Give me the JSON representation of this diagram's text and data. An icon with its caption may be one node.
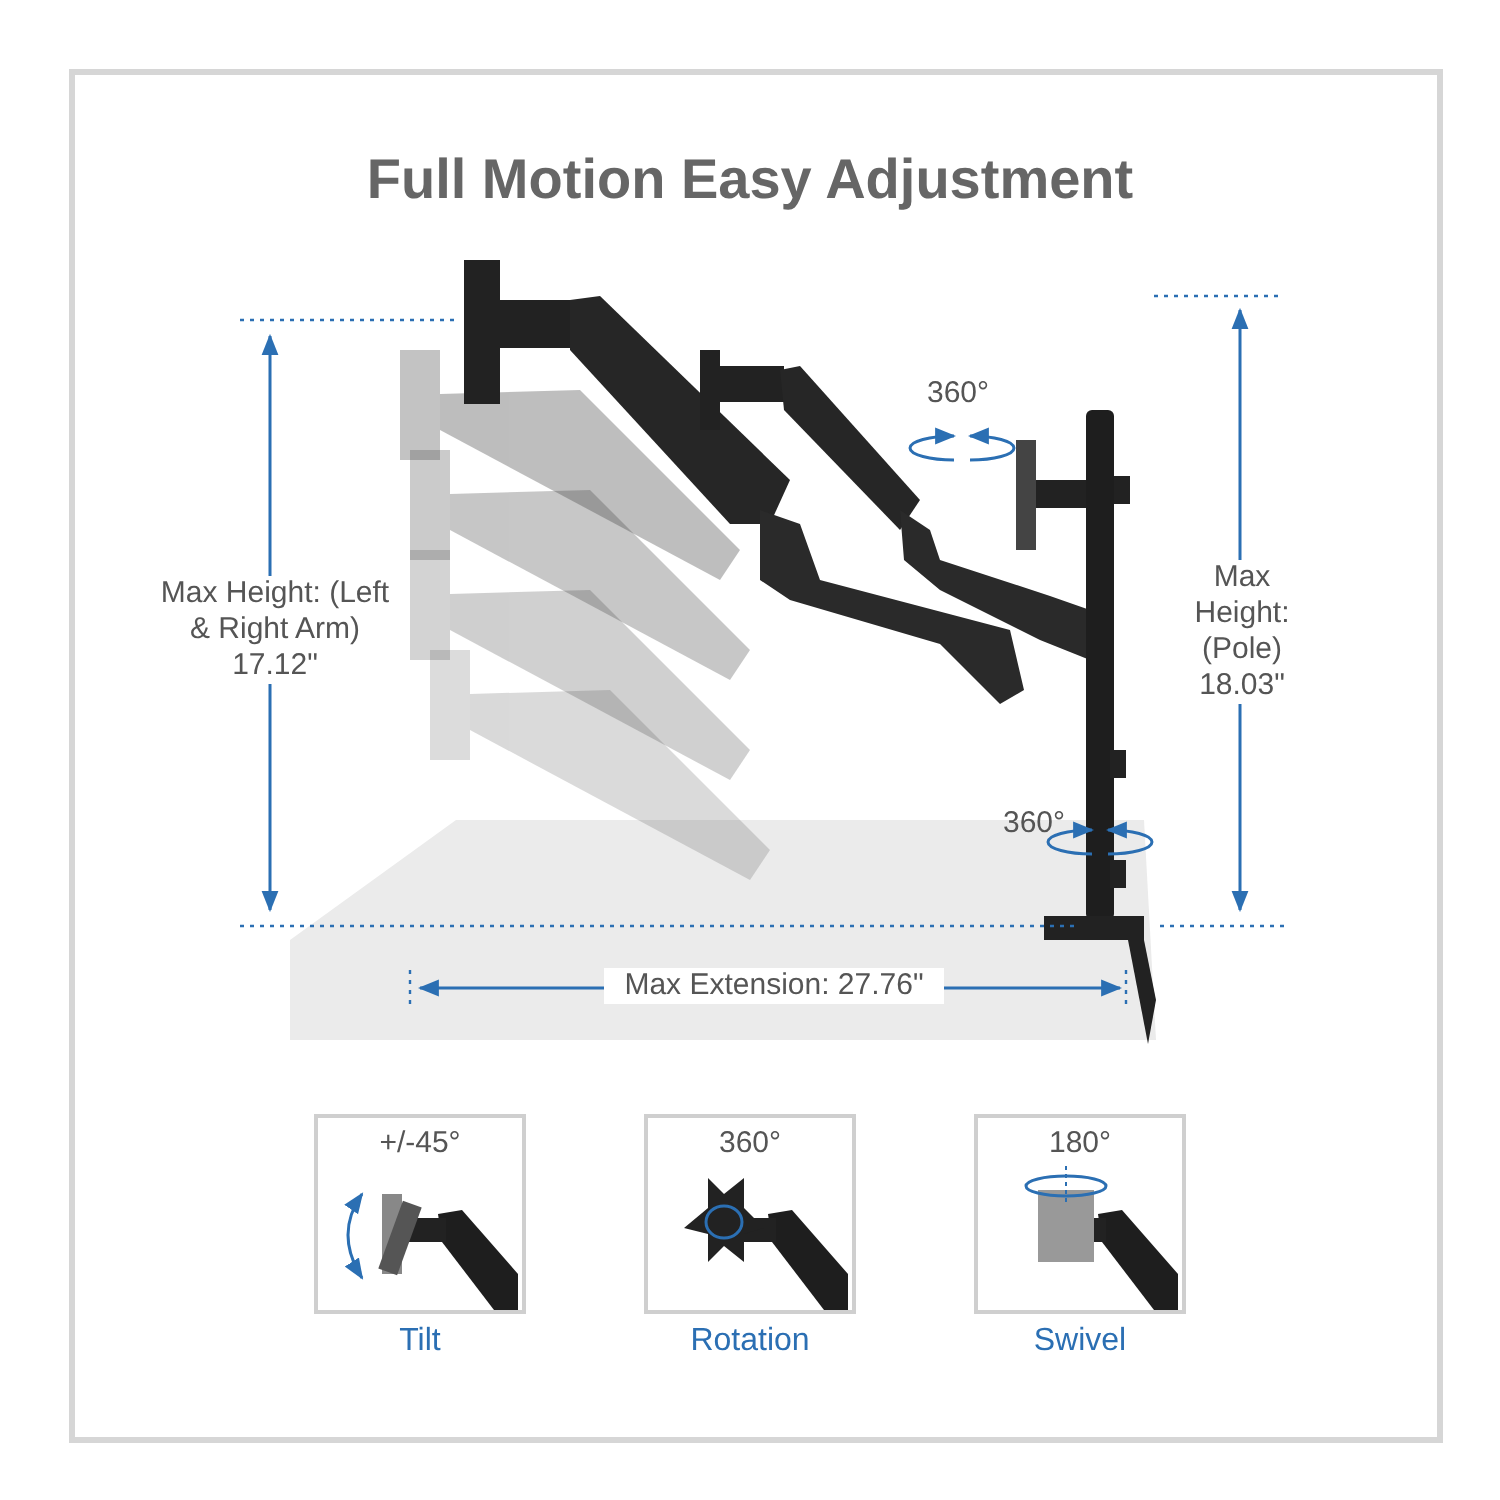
{
  "diagram": {
    "title": "Full Motion Easy Adjustment",
    "nodes": [
      {
        "text": [
          "+/-45°"
        ],
        "beside": [
          "Tilt"
        ]
      },
      {
        "text": [
          "360°"
        ],
        "beside": [
          "Rotation"
        ]
      },
      {
        "text": [
          "180°"
        ],
        "beside": [
          "Swivel"
        ]
      }
    ],
    "labels": [
      "Max Height: (Left & Right Arm) 17.12\"",
      "360°",
      "Max Height: (Pole) 18.03\"",
      "360°",
      "Max Extension: 27.76\""
    ]
  }
}
